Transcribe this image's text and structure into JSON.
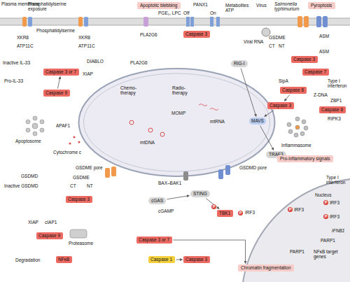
{
  "diagram": {
    "nodes": [
      {
        "text": [
          "Apoptotic blebbing"
        ]
      },
      {
        "text": [
          "Pyroptosis"
        ]
      },
      {
        "text": [
          "Caspase 3"
        ]
      },
      {
        "text": [
          "Caspase 3 or 7"
        ]
      },
      {
        "text": [
          "Caspase 9"
        ]
      },
      {
        "text": [
          "Caspase 3"
        ]
      },
      {
        "text": [
          "Caspase 7"
        ]
      },
      {
        "text": [
          "MOMP"
        ]
      },
      {
        "text": [
          "RIG-I"
        ]
      },
      {
        "text": [
          "MAVS"
        ],
        "in": 7
      },
      {
        "text": [
          "TRAF3"
        ]
      },
      {
        "text": [
          "Caspase 8"
        ]
      },
      {
        "text": [
          "Caspase 3"
        ]
      },
      {
        "text": [
          "Caspase 8"
        ]
      },
      {
        "text": [
          "Pro-inflammatory signals"
        ]
      },
      {
        "text": [
          "Caspase 3"
        ]
      },
      {
        "text": [
          "cGAS"
        ]
      },
      {
        "text": [
          "STING"
        ]
      },
      {
        "text": [
          "TBK1"
        ]
      },
      {
        "text": [
          "Caspase 9"
        ]
      },
      {
        "text": [
          "NFκB"
        ]
      },
      {
        "text": [
          "Caspase 3 or 7"
        ]
      },
      {
        "text": [
          "Caspase 1"
        ]
      },
      {
        "text": [
          "Caspase 3"
        ]
      },
      {
        "text": [
          "Chromatin fragmentation"
        ]
      },
      {
        "text": [
          "Nucleus"
        ]
      }
    ],
    "edges": [
      {
        "from": 4,
        "to": 3,
        "arrow": "to"
      },
      {
        "from": 8,
        "to": 9,
        "arrow": "to"
      },
      {
        "from": 9,
        "to": 10,
        "arrow": "to"
      },
      {
        "from": 11,
        "to": 12,
        "arrow": "to"
      },
      {
        "from": 12,
        "to": 9,
        "arrow": "to"
      },
      {
        "from": 16,
        "to": 17,
        "arrow": "to"
      },
      {
        "from": 17,
        "to": 18,
        "arrow": "to"
      },
      {
        "from": 22,
        "to": 23,
        "arrow": "to"
      },
      {
        "from": 21,
        "to": 24,
        "arrow": "to"
      }
    ],
    "labels": [
      "Plasma membrane",
      "Phosphatidylserine exposure",
      "PGE₂, LPC",
      "PANX1",
      "Off",
      "On",
      "Metabolites ATP",
      "Virus",
      "Salmonella typhimurium",
      "Phosphatidylserine",
      "XKR8",
      "ATP11C",
      "XKR8",
      "ATP11C",
      "PLA2G6",
      "PLA2G6",
      "Viral RNA",
      "Inactive IL-33",
      "Pro-IL-33",
      "DIABLO",
      "XIAP",
      "Apoptosome",
      "APAF1",
      "Cytochrome c",
      "Chemo-therapy",
      "Radio-therapy",
      "mtRNA",
      "mtDNA",
      "BAX–BAK1",
      "GSDME pore",
      "GSDMD pore",
      "GSDME",
      "CT",
      "NT",
      "ASM",
      "ASM",
      "SipA",
      "Type I interferon",
      "Z-DNA",
      "ZBP1",
      "RIPK3",
      "Inflammasome",
      "Type I interferon",
      "GSDMD",
      "Inactive GSDMD",
      "GSDME",
      "CT",
      "NT",
      "cGAMP",
      "P",
      "P",
      "IRF3",
      "P",
      "IRF3",
      "P",
      "IRF3",
      "P",
      "IRF3",
      "IFNB1",
      "PARP1",
      "PARP1",
      "NFκB target genes",
      "XIAP",
      "cIAP1",
      "Proteasome",
      "Degradation"
    ]
  }
}
